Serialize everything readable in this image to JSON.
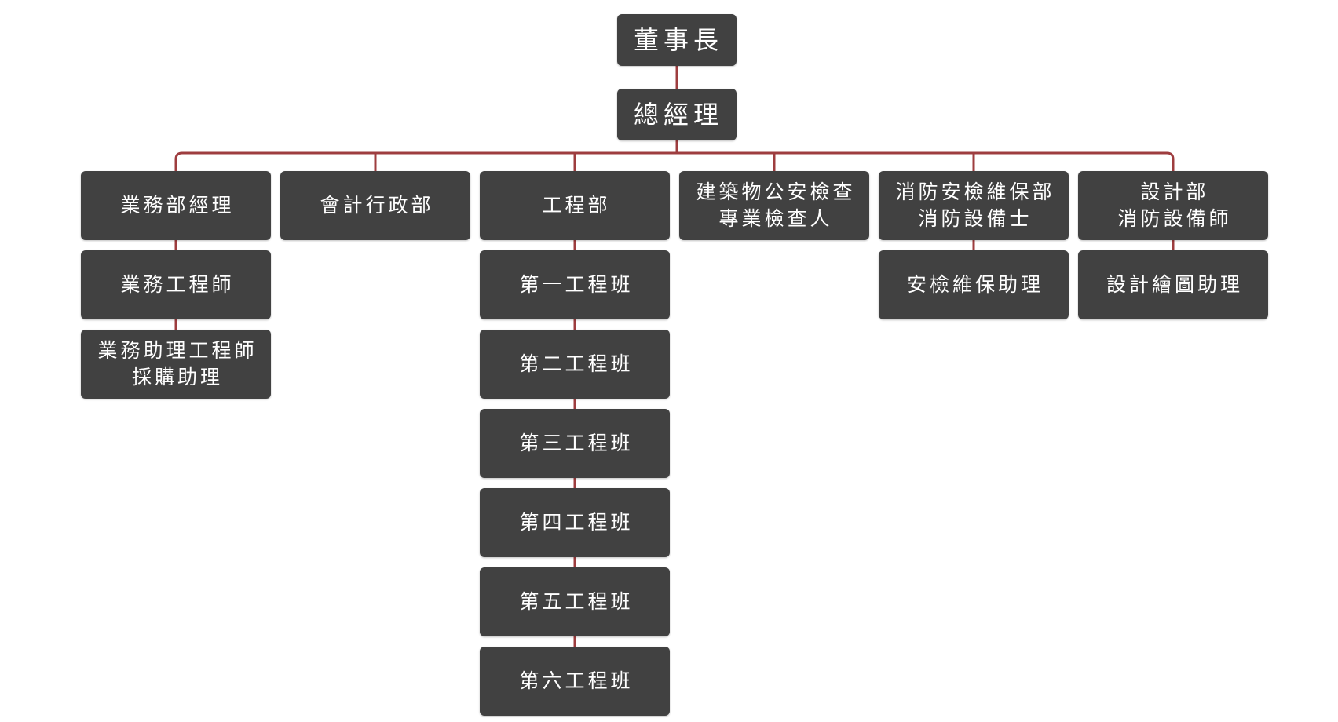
{
  "colors": {
    "connector": "#9e3d3f",
    "box": "#414141",
    "text": "#ffffff",
    "background": "#ffffff"
  },
  "chairman": {
    "label": "董事長"
  },
  "general_manager": {
    "label": "總經理"
  },
  "departments": [
    {
      "id": "sales",
      "lines": [
        "業務部經理"
      ],
      "children": [
        {
          "lines": [
            "業務工程師"
          ]
        },
        {
          "lines": [
            "業務助理工程師",
            "採購助理"
          ]
        }
      ]
    },
    {
      "id": "accounting",
      "lines": [
        "會計行政部"
      ],
      "children": []
    },
    {
      "id": "engineering",
      "lines": [
        "工程部"
      ],
      "children": [
        {
          "lines": [
            "第一工程班"
          ]
        },
        {
          "lines": [
            "第二工程班"
          ]
        },
        {
          "lines": [
            "第三工程班"
          ]
        },
        {
          "lines": [
            "第四工程班"
          ]
        },
        {
          "lines": [
            "第五工程班"
          ]
        },
        {
          "lines": [
            "第六工程班"
          ]
        }
      ]
    },
    {
      "id": "building-inspection",
      "lines": [
        "建築物公安檢查",
        "專業檢查人"
      ],
      "children": []
    },
    {
      "id": "fire-maintenance",
      "lines": [
        "消防安檢維保部",
        "消防設備士"
      ],
      "children": [
        {
          "lines": [
            "安檢維保助理"
          ]
        }
      ]
    },
    {
      "id": "design",
      "lines": [
        "設計部",
        "消防設備師"
      ],
      "children": [
        {
          "lines": [
            "設計繪圖助理"
          ]
        }
      ]
    }
  ]
}
